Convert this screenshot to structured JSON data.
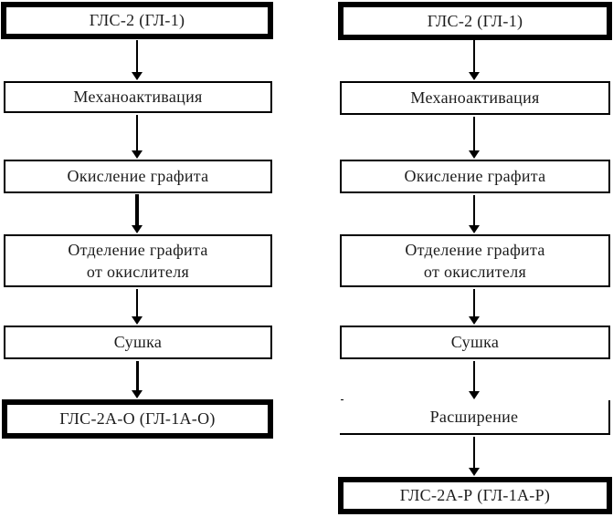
{
  "diagram": {
    "kind": "flowchart",
    "colors": {
      "line": "#000000",
      "text": "#1c1c1c",
      "box_fill": "#ffffff"
    },
    "left_chart": {
      "nodes": [
        {
          "label": "ГЛС-2 (ГЛ-1)",
          "border": "thick"
        },
        {
          "label": "Механоактивация",
          "border": "thin"
        },
        {
          "label": "Окисление графита",
          "border": "thin"
        },
        {
          "label": "Отделение графита\nот окислителя",
          "border": "thin"
        },
        {
          "label": "Сушка",
          "border": "thin"
        },
        {
          "label": "ГЛС-2А-О (ГЛ-1А-О)",
          "border": "thick"
        }
      ]
    },
    "right_chart": {
      "nodes": [
        {
          "label": "ГЛС-2 (ГЛ-1)",
          "border": "thick"
        },
        {
          "label": "Механоактивация",
          "border": "thin"
        },
        {
          "label": "Окисление графита",
          "border": "thin"
        },
        {
          "label": "Отделение графита\nот окислителя",
          "border": "thin"
        },
        {
          "label": "Сушка",
          "border": "thin"
        },
        {
          "label": "Расширение",
          "border": "partial"
        },
        {
          "label": "ГЛС-2А-Р (ГЛ-1А-Р)",
          "border": "thick"
        }
      ]
    }
  }
}
